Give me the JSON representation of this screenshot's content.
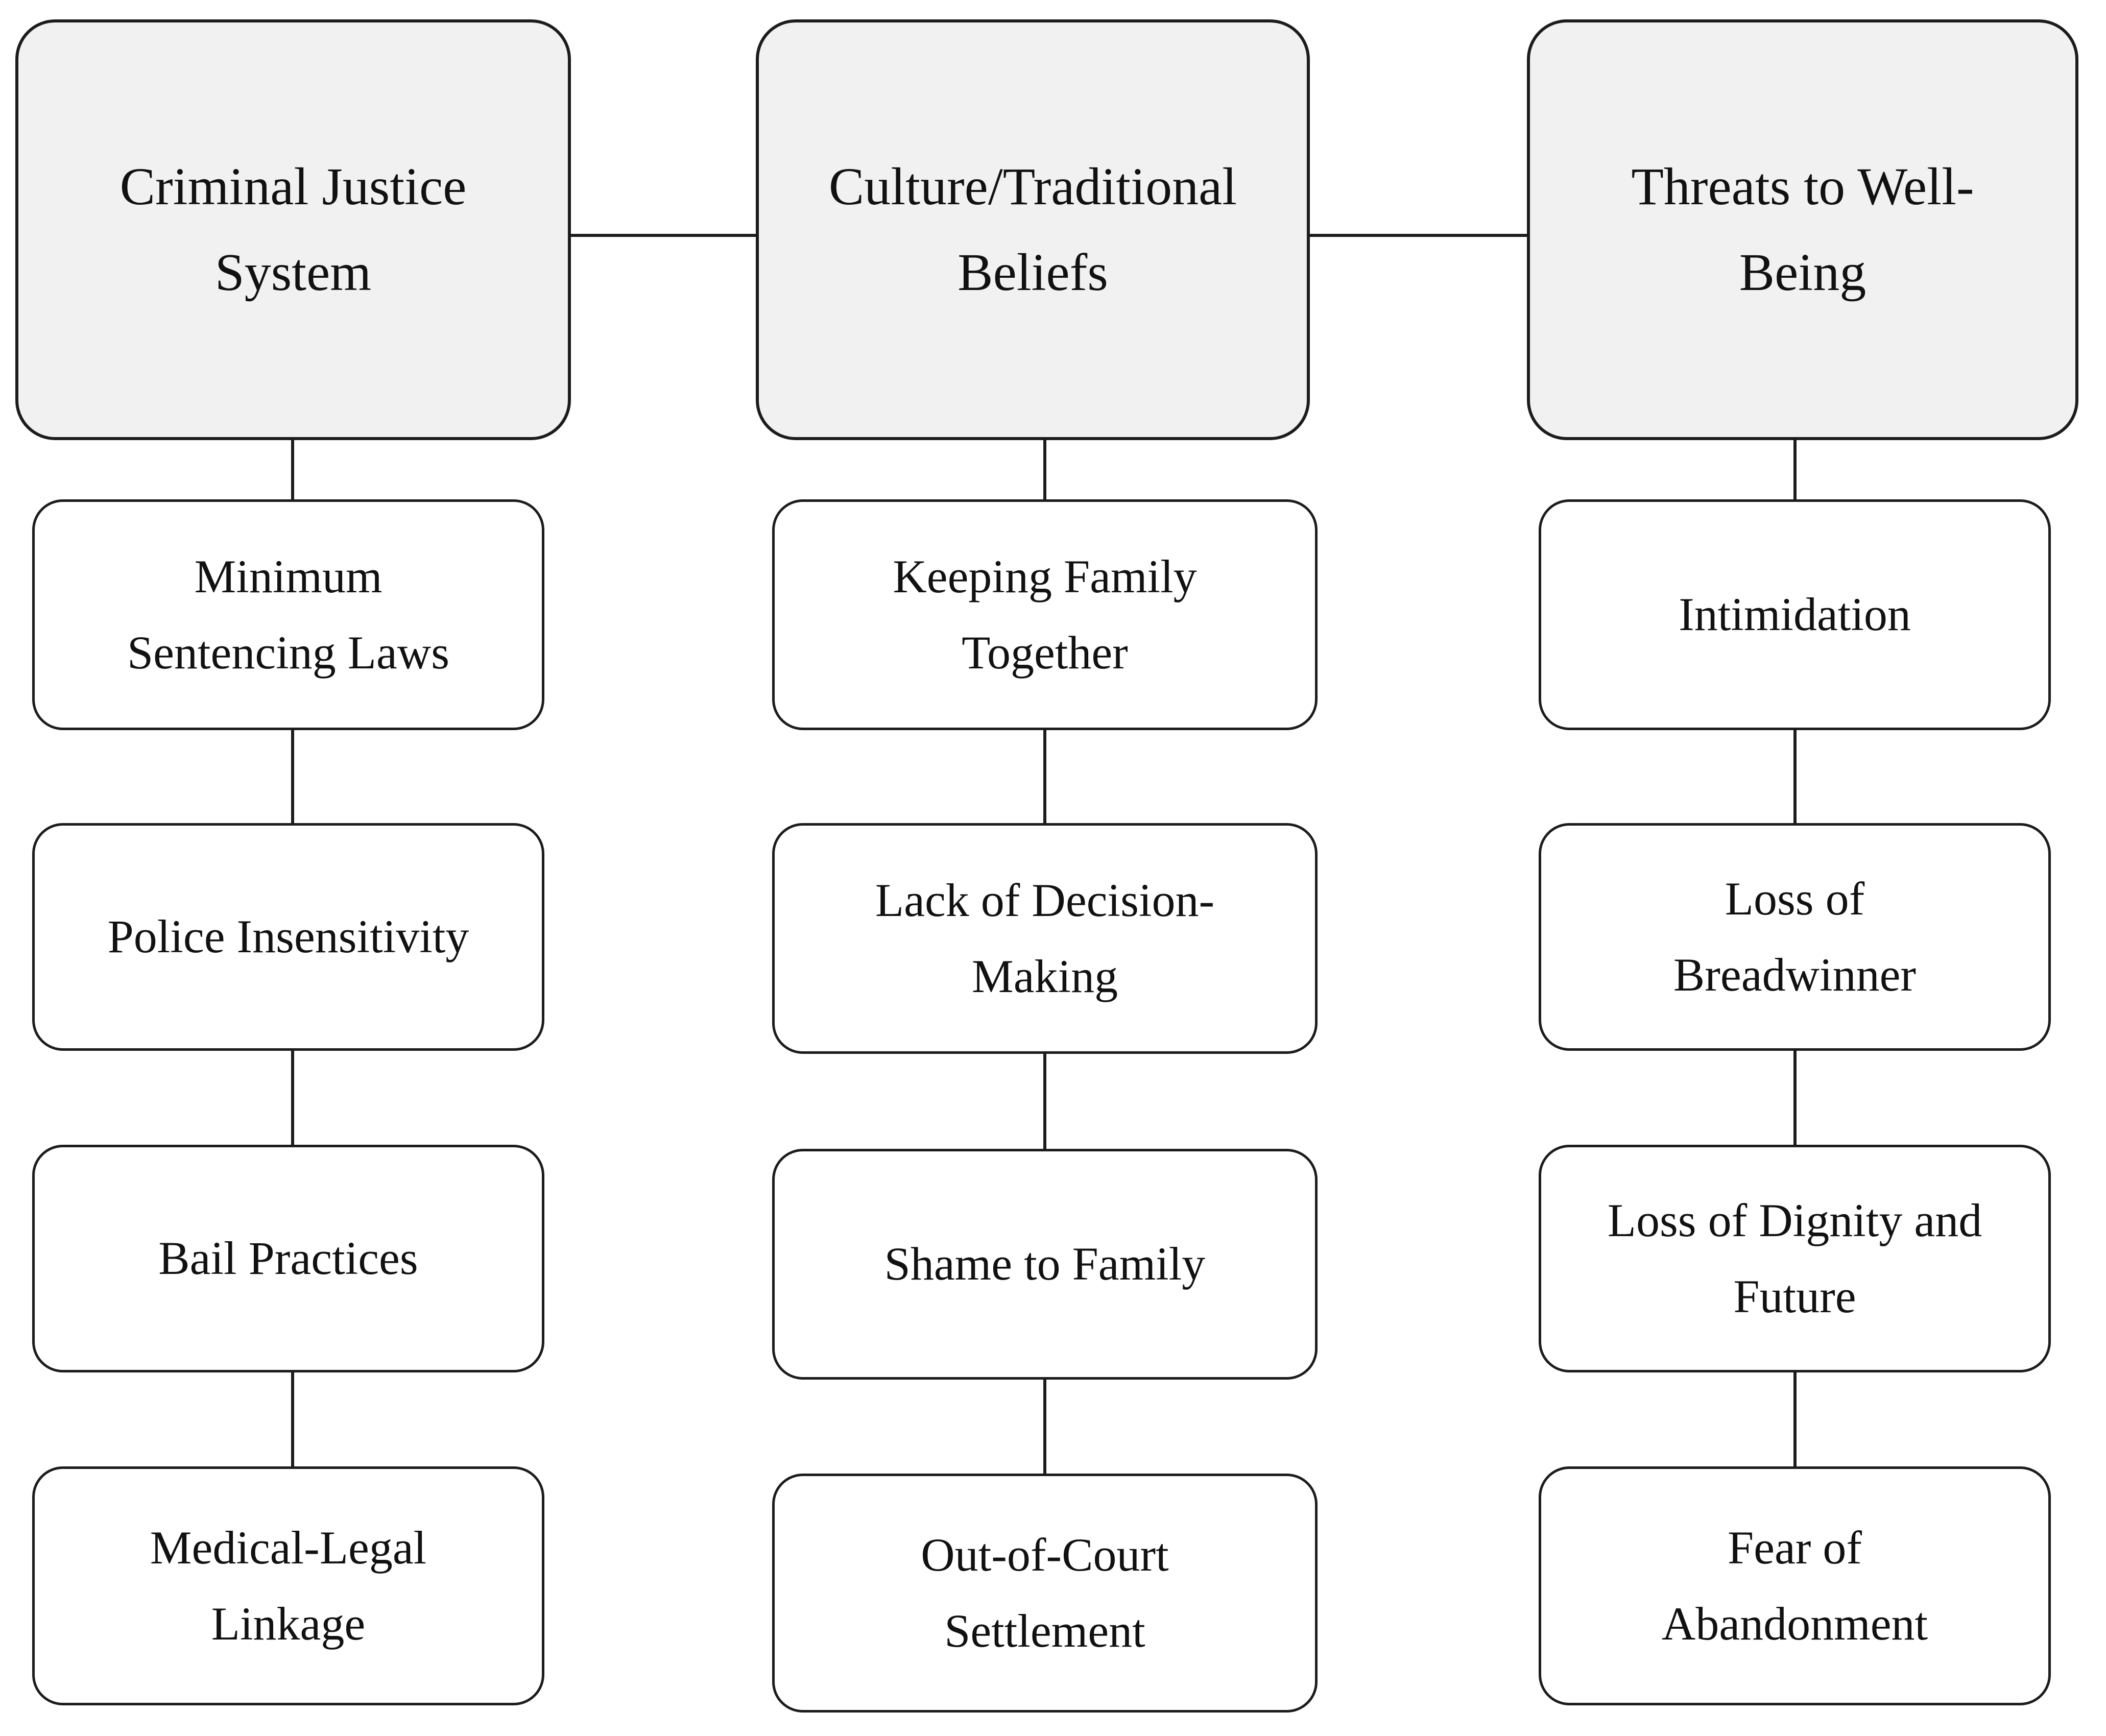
{
  "diagram": {
    "type": "hierarchy",
    "title": "",
    "orientation": "three-column-tree",
    "style": {
      "header_fill": "#f1f1f1",
      "child_fill": "#ffffff",
      "border_color": "#1c1c1c",
      "text_color": "#111111",
      "page_background": "#ffffff"
    },
    "columns": [
      {
        "id": "criminal-justice-system",
        "header": "Criminal Justice\nSystem",
        "children": [
          "Minimum\nSentencing Laws",
          "Police Insensitivity",
          "Bail Practices",
          "Medical-Legal\nLinkage"
        ]
      },
      {
        "id": "culture-traditional-beliefs",
        "header": "Culture/Traditional\nBeliefs",
        "children": [
          "Keeping Family\nTogether",
          "Lack of Decision-\nMaking",
          "Shame to Family",
          "Out-of-Court\nSettlement"
        ]
      },
      {
        "id": "threats-to-well-being",
        "header": "Threats to Well-\nBeing",
        "children": [
          "Intimidation",
          "Loss of\nBreadwinner",
          "Loss of Dignity and\nFuture",
          "Fear of\nAbandonment"
        ]
      }
    ],
    "links": [
      {
        "from": "criminal-justice-system",
        "to": "culture-traditional-beliefs",
        "kind": "horizontal"
      },
      {
        "from": "culture-traditional-beliefs",
        "to": "threats-to-well-being",
        "kind": "horizontal"
      }
    ]
  }
}
